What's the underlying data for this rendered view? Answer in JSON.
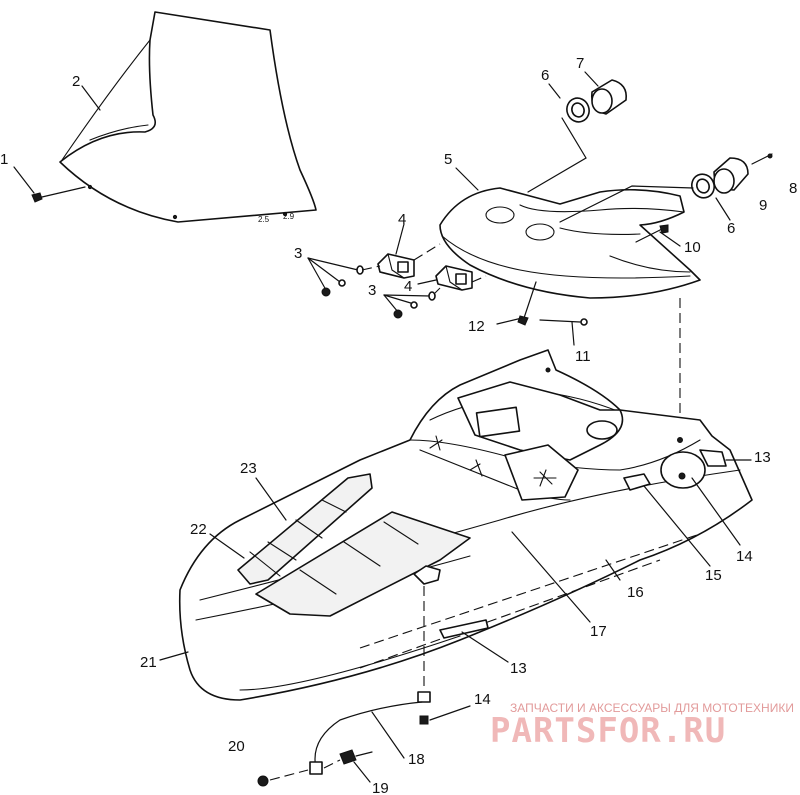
{
  "callouts": {
    "n1": "1",
    "n2": "2",
    "n3a": "3",
    "n3b": "3",
    "n4a": "4",
    "n4b": "4",
    "n5": "5",
    "n6a": "6",
    "n6b": "6",
    "n7": "7",
    "n8": "8",
    "n9": "9",
    "n10": "10",
    "n11": "11",
    "n12": "12",
    "n13a": "13",
    "n13b": "13",
    "n14a": "14",
    "n14b": "14",
    "n15": "15",
    "n16": "16",
    "n17": "17",
    "n18": "18",
    "n19": "19",
    "n20": "20",
    "n21": "21",
    "n22": "22",
    "n23": "23"
  },
  "watermark": {
    "tagline": "ЗАПЧАСТИ И АКСЕССУАРЫ ДЛЯ МОТОТЕХНИКИ",
    "brand": "PARTSFOR.RU"
  },
  "colors": {
    "line": "#111111",
    "watermark": "#e29a9a"
  }
}
